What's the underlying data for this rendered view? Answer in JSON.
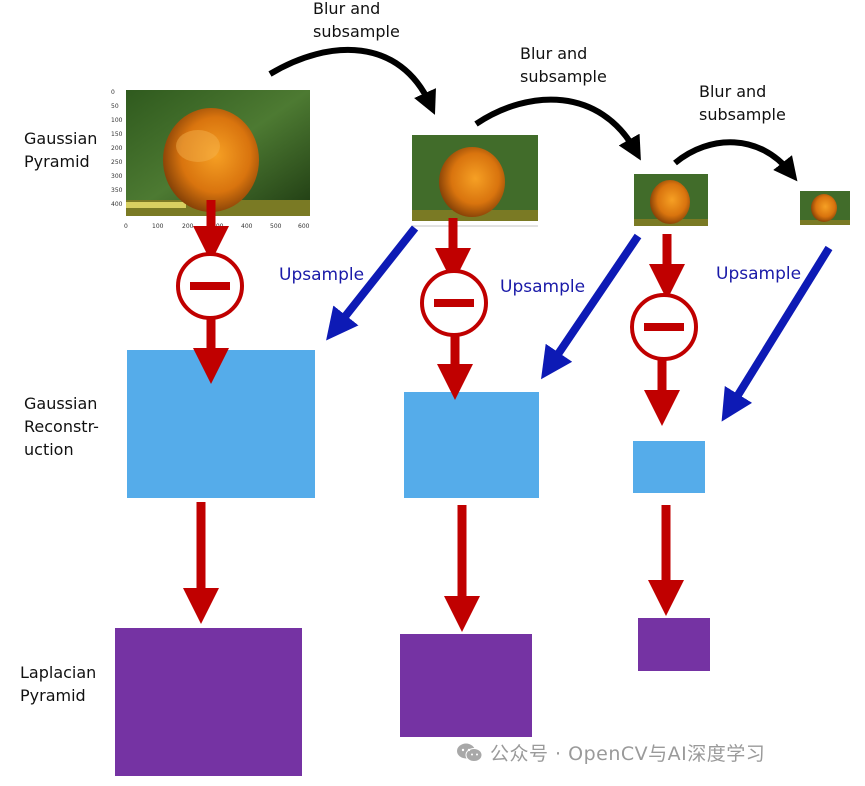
{
  "row_labels": {
    "gaussian_pyramid": [
      "Gaussian",
      "Pyramid"
    ],
    "gaussian_reconstruction": [
      "Gaussian",
      "Reconstr-",
      "uction"
    ],
    "laplacian_pyramid": [
      "Laplacian",
      "Pyramid"
    ]
  },
  "blur_labels": [
    [
      "Blur and",
      "subsample"
    ],
    [
      "Blur and",
      "subsample"
    ],
    [
      "Blur and",
      "subsample"
    ]
  ],
  "upsample_labels": [
    "Upsample",
    "Upsample",
    "Upsample"
  ],
  "image_axis_ticks": {
    "y": [
      "0",
      "50",
      "100",
      "150",
      "200",
      "250",
      "300",
      "350",
      "400"
    ],
    "x": [
      "0",
      "100",
      "200",
      "300",
      "400",
      "500",
      "600"
    ]
  },
  "colors": {
    "reconstruction_box": "#55acea",
    "laplacian_box": "#7533a3",
    "red_arrow": "#c00000",
    "blue_arrow": "#0d1ab5",
    "upsample_text": "#1a1aa8",
    "black_arrow": "#000000"
  },
  "icons": {
    "subtract": "minus-circle-icon",
    "watermark": "wechat-icon"
  },
  "watermark": "公众号 · OpenCV与AI深度学习"
}
